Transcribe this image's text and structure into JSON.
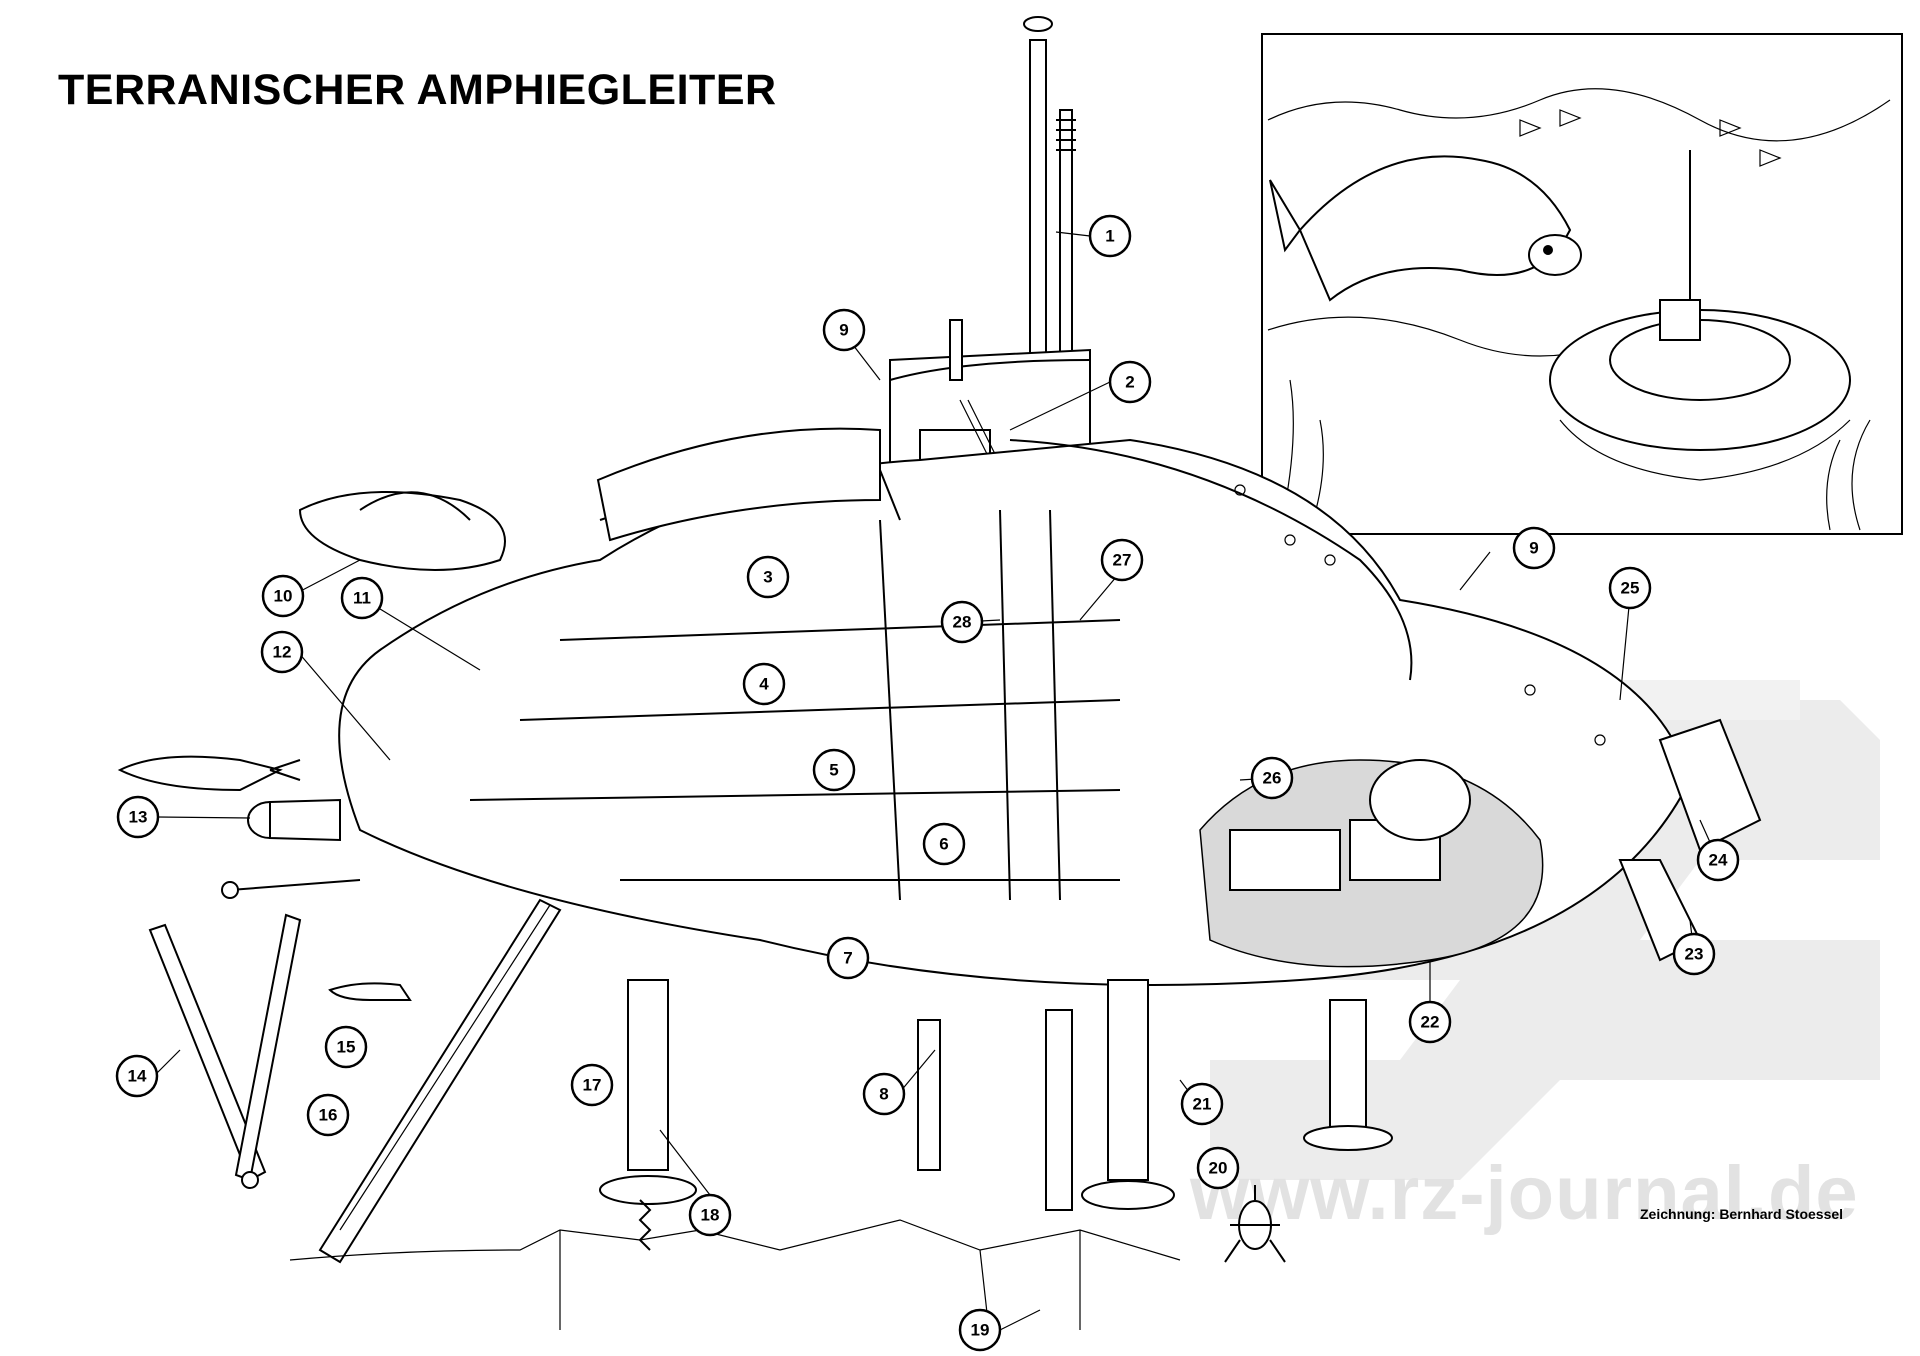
{
  "title": "TERRANISCHER AMPHIEGLEITER",
  "credit": "Zeichnung: Bernhard Stoessel",
  "watermark": "www.rz-journal.de",
  "colors": {
    "ink": "#000000",
    "paper": "#ffffff",
    "watermark": "#e2e2e2"
  },
  "callouts": [
    "1",
    "2",
    "3",
    "4",
    "5",
    "6",
    "7",
    "8",
    "9",
    "9",
    "10",
    "11",
    "12",
    "13",
    "14",
    "15",
    "16",
    "17",
    "18",
    "19",
    "20",
    "21",
    "22",
    "23",
    "24",
    "25",
    "26",
    "27",
    "28"
  ]
}
